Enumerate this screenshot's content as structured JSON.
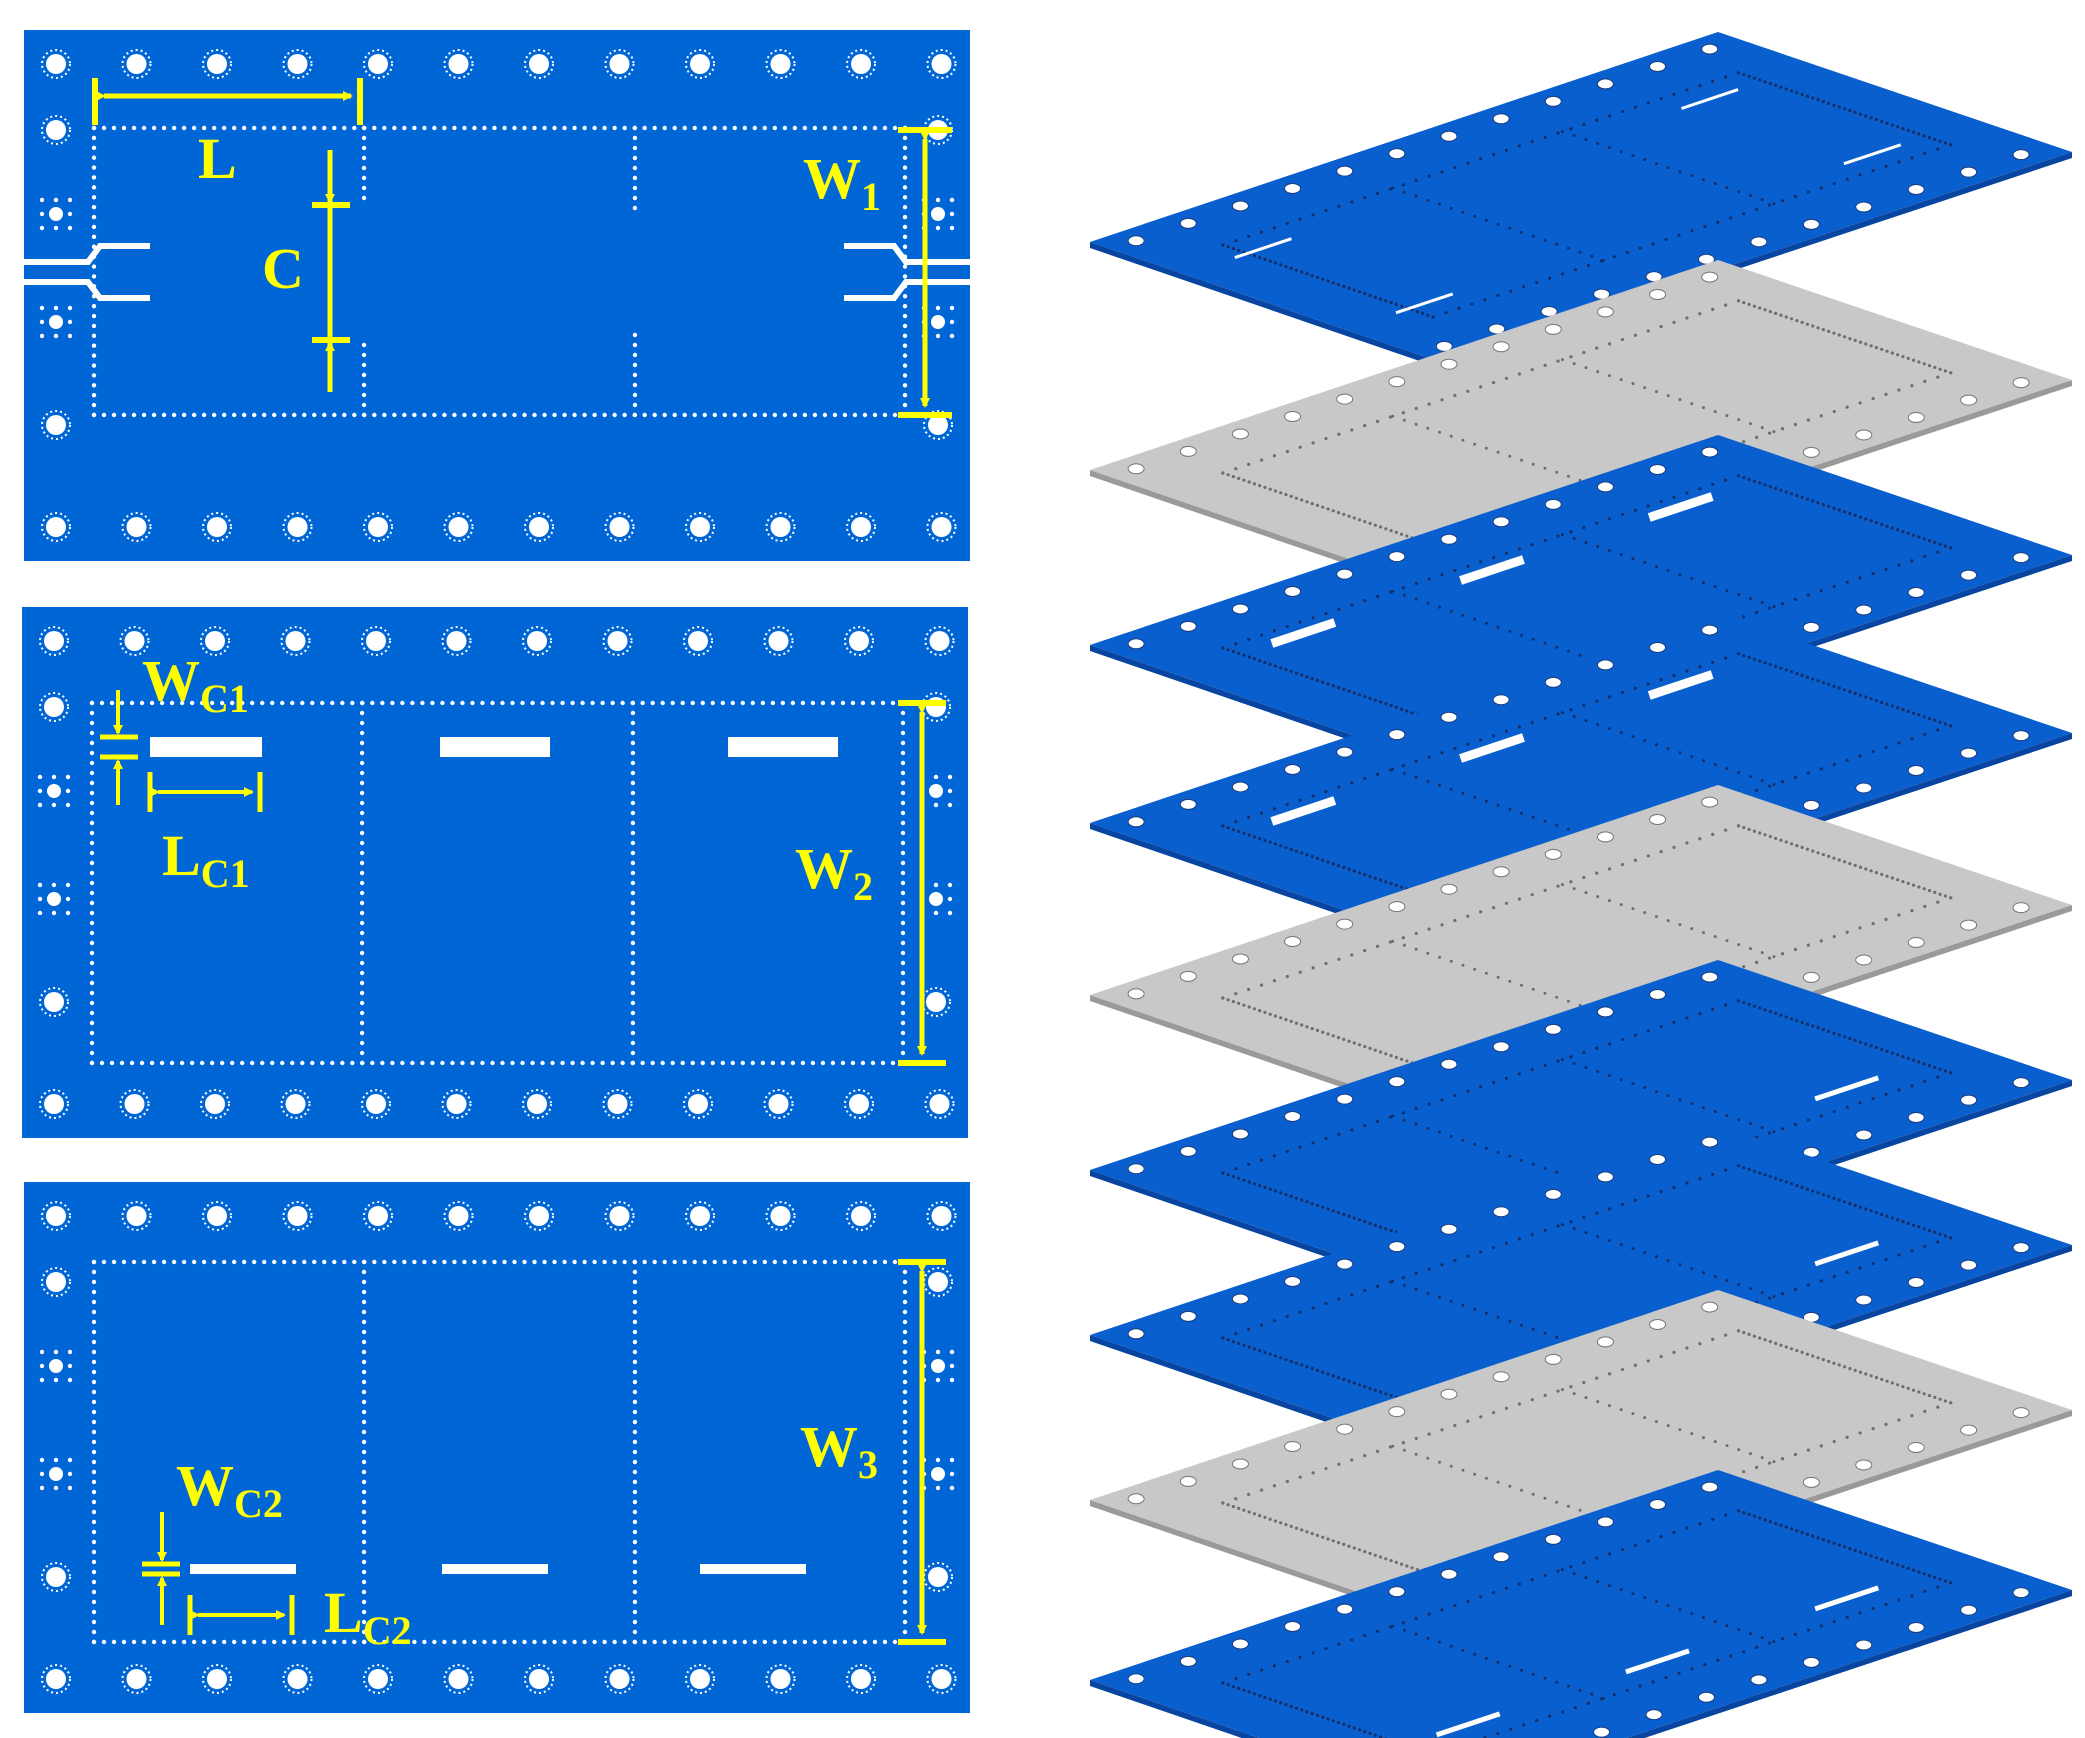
{
  "colors": {
    "board_blue": "#0066d6",
    "board_blue_dark": "#0a58c2",
    "gray_layer": "#c8c8c8",
    "annotation": "#ffff00",
    "hole": "#ffffff"
  },
  "panels": [
    {
      "id": "layer-1",
      "labels": {
        "L": "L",
        "C": "C",
        "W_main": "W",
        "W_sub": "1"
      }
    },
    {
      "id": "layer-2",
      "labels": {
        "WC_main": "W",
        "WC_sub": "C1",
        "LC_main": "L",
        "LC_sub": "C1",
        "W_main": "W",
        "W_sub": "2"
      }
    },
    {
      "id": "layer-3",
      "labels": {
        "WC_main": "W",
        "WC_sub": "C2",
        "LC_main": "L",
        "LC_sub": "C2",
        "W_main": "W",
        "W_sub": "3"
      }
    }
  ],
  "stack": {
    "layers": [
      "blue",
      "gray",
      "blue",
      "blue",
      "gray",
      "blue",
      "blue",
      "gray",
      "blue"
    ]
  }
}
